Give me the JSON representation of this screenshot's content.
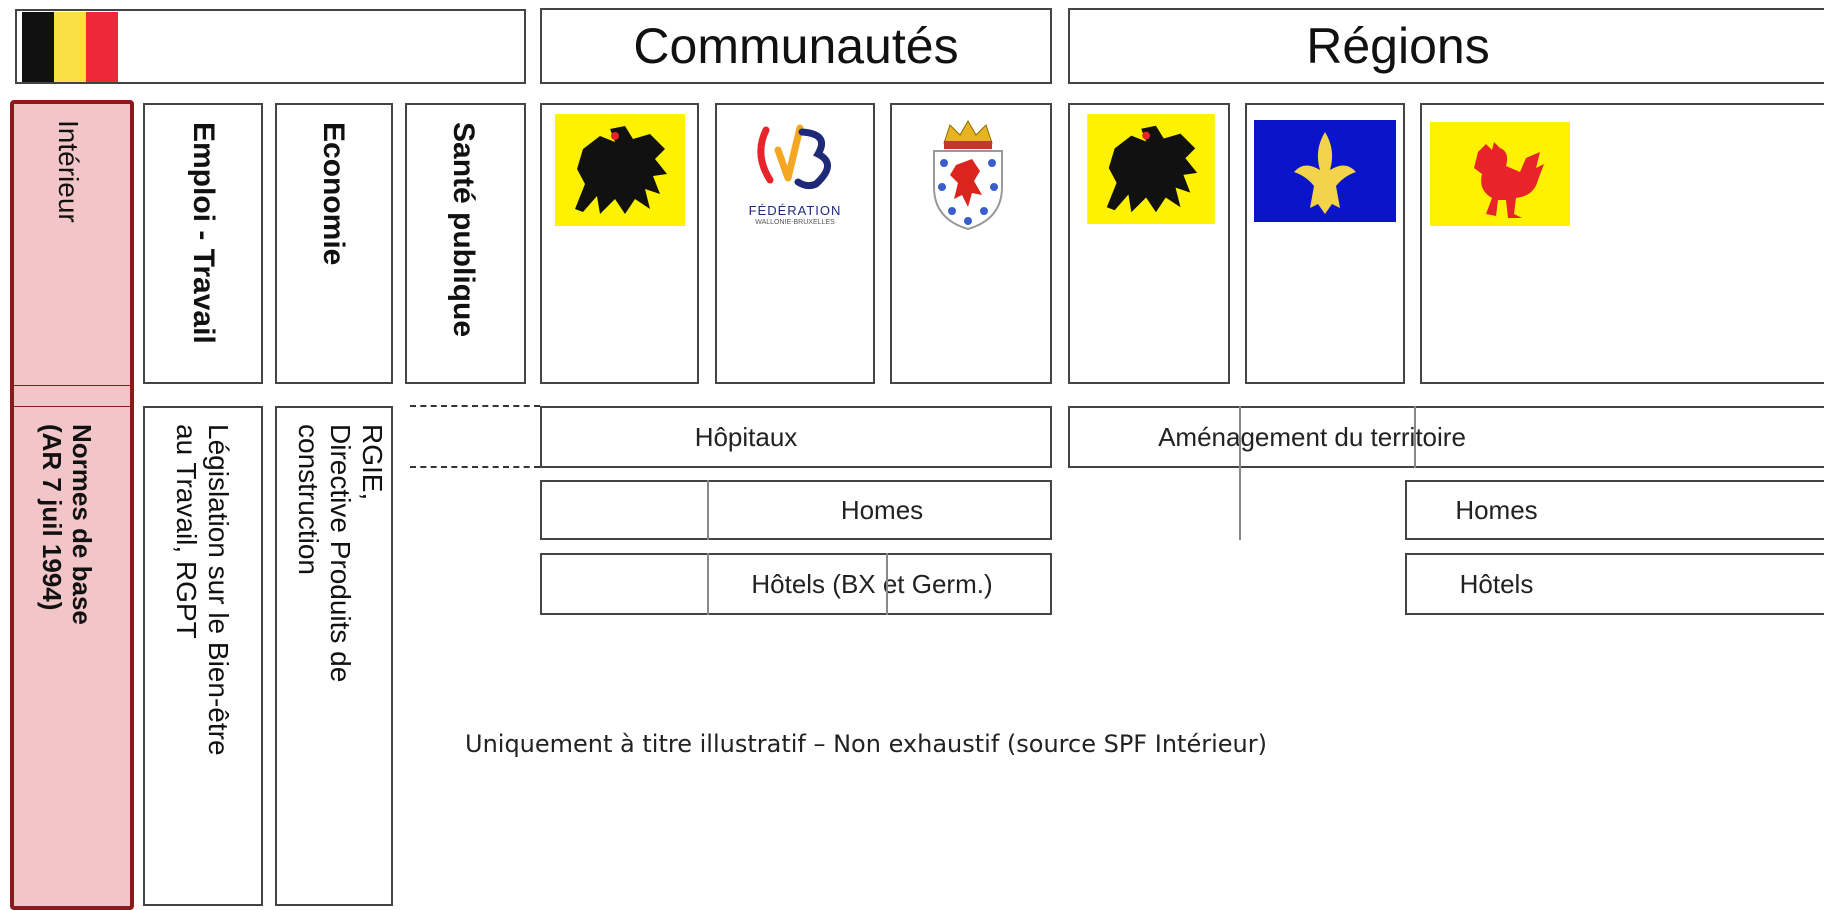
{
  "headers": {
    "communautes": "Communautés",
    "regions": "Régions"
  },
  "colors": {
    "belgium_black": "#111111",
    "belgium_yellow": "#FAE042",
    "belgium_red": "#ED2939",
    "interior_fill": "#F2C6C8",
    "interior_border": "#8B1A1A",
    "flanders_yellow": "#FFF200",
    "brussels_blue": "#0A14C8",
    "wallonia_red": "#E8242A"
  },
  "federal": {
    "interieur": "Intérieur",
    "emploi": "Emploi - Travail",
    "economie": "Economie",
    "sante": "Santé publique"
  },
  "federal_norms": {
    "normes_line1": "Normes de base",
    "normes_line2": "(AR 7 juil 1994)",
    "legislation_line1": "Législation sur le Bien-être",
    "legislation_line2": "au Travail, RGPT",
    "rgie_line1": "RGIE,",
    "rgie_line2": "Directive Produits de",
    "rgie_line3": "construction"
  },
  "logos": {
    "fwb_line1": "FÉDÉRATION",
    "fwb_line2": "WALLONIE-BRUXELLES",
    "icons": [
      "belgium-flag-icon",
      "flanders-lion-icon",
      "fwb-logo-icon",
      "german-community-coat-icon",
      "flanders-lion-icon",
      "brussels-iris-icon",
      "wallonia-rooster-icon"
    ]
  },
  "rows": {
    "hopitaux": "Hôpitaux",
    "amenagement": "Aménagement du territoire",
    "homes": "Homes",
    "hotels_bx": "Hôtels (BX et Germ.)",
    "homes_regions": "Homes",
    "hotels_regions": "Hôtels"
  },
  "footer": "Uniquement à titre illustratif – Non exhaustif (source SPF Intérieur)"
}
